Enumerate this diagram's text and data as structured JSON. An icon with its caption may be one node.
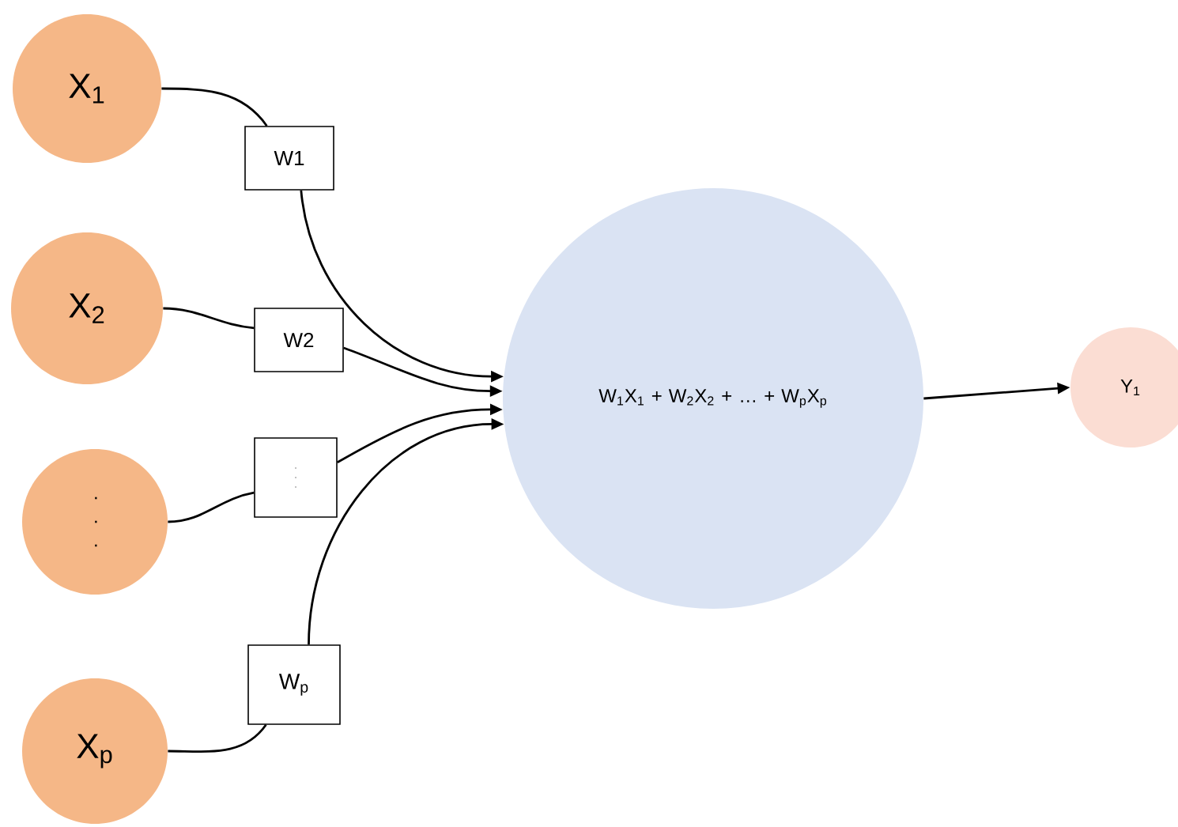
{
  "diagram": {
    "nodes": [
      {
        "text": [
          "X$_{1}$"
        ]
      },
      {
        "text": [
          "X$_{2}$"
        ]
      },
      {
        "text": [
          ". . ."
        ]
      },
      {
        "text": [
          "X$_{p}$"
        ]
      },
      {
        "text": [
          "W1"
        ]
      },
      {
        "text": [
          "W2"
        ]
      },
      {
        "text": [
          ". . ."
        ]
      },
      {
        "text": [
          "W$_{p}$"
        ]
      },
      {
        "text": [
          "W$_{1}$X$_{1}$ + W$_{2}$X$_{2}$ + … + W$_{p}$X$_{p}$"
        ]
      },
      {
        "text": [
          "Y$_{1}$"
        ]
      }
    ],
    "edges": [
      {
        "from": 0,
        "to": 4,
        "arrow": "none"
      },
      {
        "from": 1,
        "to": 5,
        "arrow": "none"
      },
      {
        "from": 2,
        "to": 6,
        "arrow": "none"
      },
      {
        "from": 3,
        "to": 7,
        "arrow": "none"
      },
      {
        "from": 4,
        "to": 8,
        "arrow": "to"
      },
      {
        "from": 5,
        "to": 8,
        "arrow": "to"
      },
      {
        "from": 6,
        "to": 8,
        "arrow": "to"
      },
      {
        "from": 7,
        "to": 8,
        "arrow": "to"
      },
      {
        "from": 8,
        "to": 9,
        "arrow": "to"
      }
    ]
  }
}
